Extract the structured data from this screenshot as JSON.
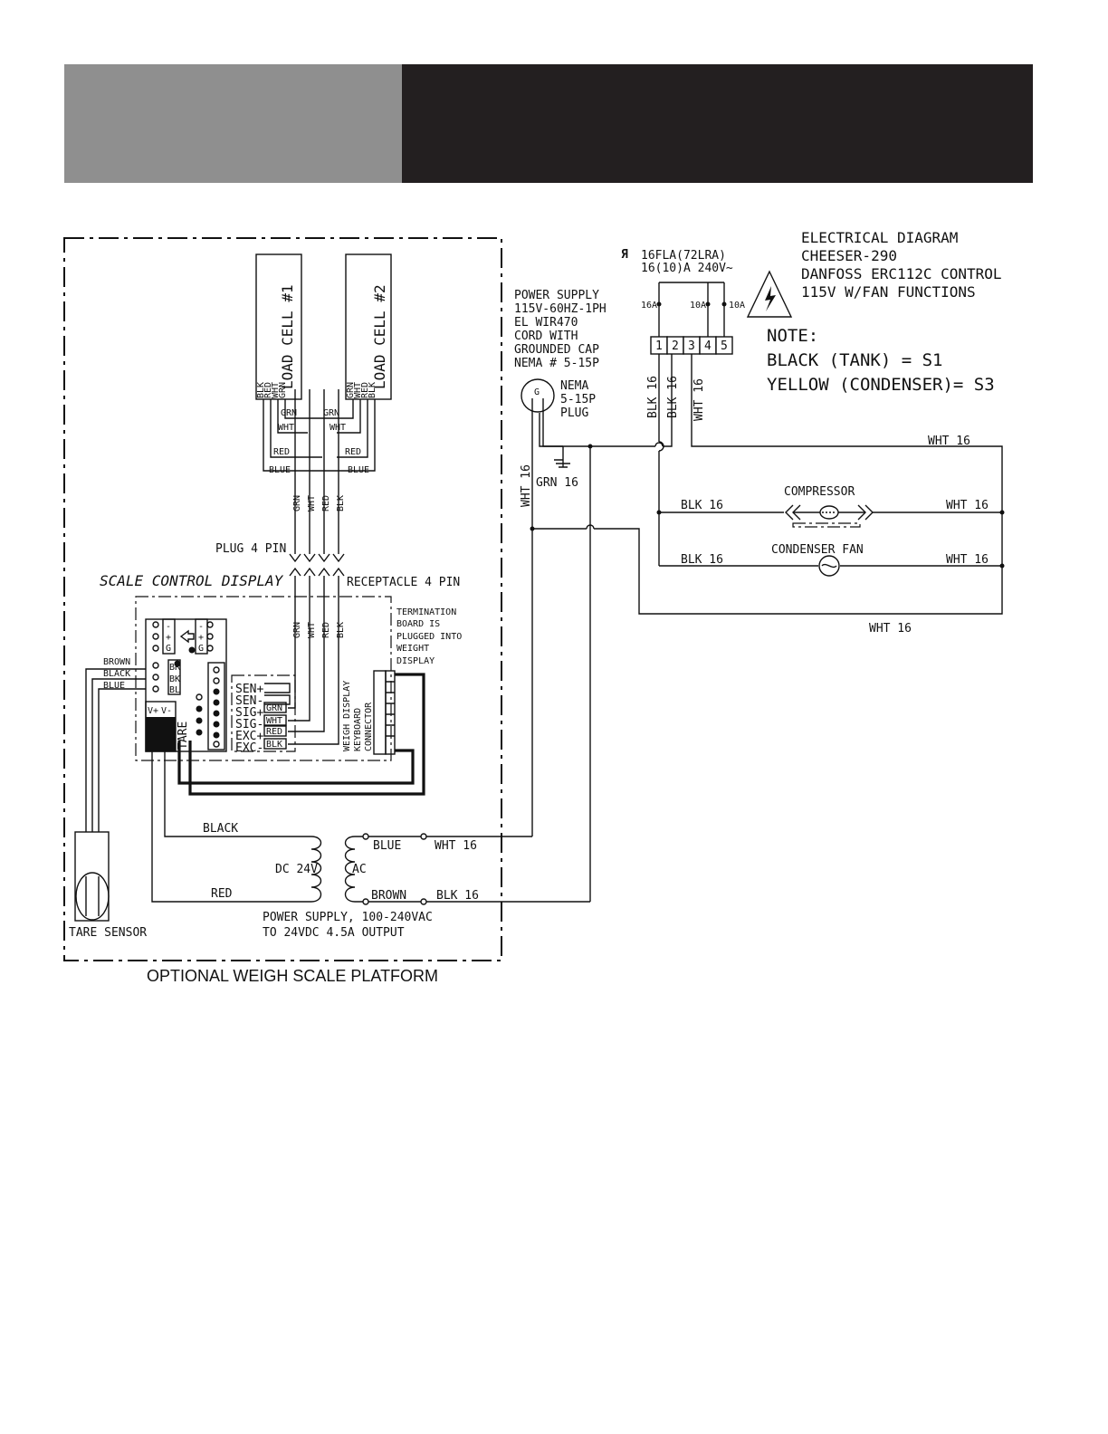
{
  "header": {
    "left_color": "#8f8f8f",
    "right_color": "#231f20"
  },
  "title_block": {
    "line1": "ELECTRICAL DIAGRAM",
    "line2": "CHEESER-290",
    "line3": "DANFOSS ERC112C CONTROL",
    "line4": "115V W/FAN FUNCTIONS"
  },
  "note": {
    "heading": "NOTE:",
    "line1": "BLACK (TANK) = S1",
    "line2": "YELLOW (CONDENSER)= S3"
  },
  "relay": {
    "rating1": "16FLA(72LRA)",
    "rating2": "16(10)A 240V~",
    "c1": "16A",
    "c2": "10A",
    "c3": "10A",
    "terminals": [
      "1",
      "2",
      "3",
      "4",
      "5"
    ]
  },
  "power_supply": {
    "l1": "POWER SUPPLY",
    "l2": "115V-60HZ-1PH",
    "l3": "EL WIR470",
    "l4": "CORD WITH",
    "l5": "GROUNDED CAP",
    "l6": "NEMA # 5-15P"
  },
  "plug": {
    "l1": "NEMA",
    "l2": "5-15P",
    "l3": "PLUG",
    "g": "G"
  },
  "wires": {
    "blk16": "BLK 16",
    "wht16": "WHT 16",
    "grn16": "GRN 16"
  },
  "loads": {
    "compressor": "COMPRESSOR",
    "condenser_fan": "CONDENSER FAN"
  },
  "load_cells": {
    "cell1": "LOAD CELL #1",
    "cell2": "LOAD CELL #2"
  },
  "colors": {
    "grn": "GRN",
    "wht": "WHT",
    "red": "RED",
    "blk": "BLK",
    "blue": "BLUE"
  },
  "scale": {
    "plug4": "PLUG 4 PIN",
    "display": "SCALE CONTROL DISPLAY",
    "receptacle": "RECEPTACLE 4 PIN",
    "termination": [
      "TERMINATION",
      "BOARD IS",
      "PLUGGED INTO",
      "WEIGHT",
      "DISPLAY"
    ],
    "keyboard": [
      "WEIGH DISPLAY",
      "KEYBOARD",
      "CONNECTOR"
    ],
    "terminals": [
      "SEN+",
      "SEN-",
      "SIG+",
      "SIG-",
      "EXC+",
      "EXC-"
    ],
    "sensor_wires": [
      "BROWN",
      "BLACK",
      "BLUE"
    ],
    "tb_labels": [
      "BR",
      "BK",
      "BL"
    ],
    "tare": "TARE",
    "vplus": "V+",
    "vminus": "V-",
    "black": "BLACK",
    "red_wire": "RED",
    "blue": "BLUE",
    "brown": "BROWN",
    "dc24v": "DC 24V",
    "ac": "AC",
    "psu_line1": "POWER SUPPLY, 100-240VAC",
    "psu_line2": "TO 24VDC 4.5A OUTPUT",
    "tare_sensor": "TARE SENSOR",
    "platform": "OPTIONAL WEIGH SCALE PLATFORM"
  }
}
